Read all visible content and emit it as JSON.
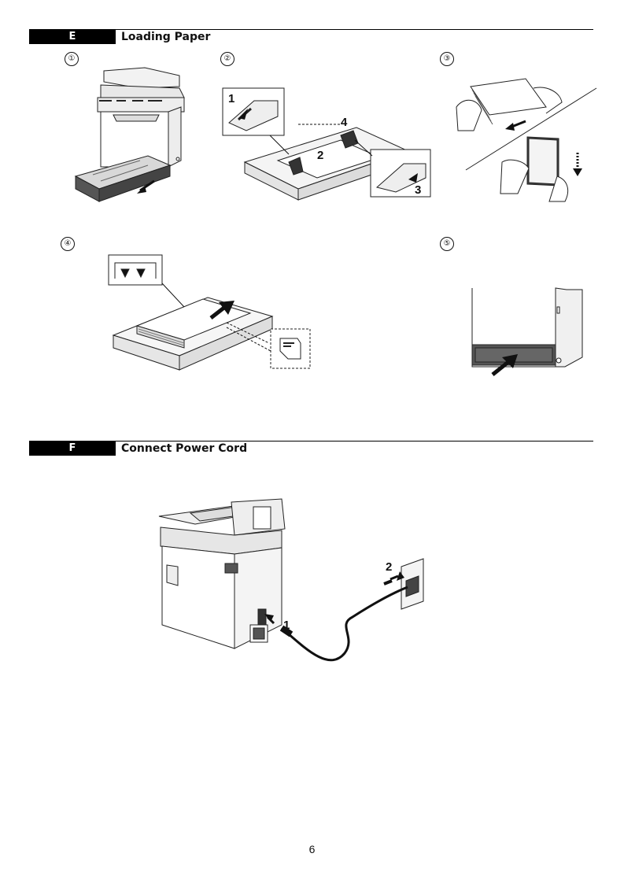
{
  "section_e": {
    "tag": "E",
    "title": "Loading Paper"
  },
  "section_f": {
    "tag": "F",
    "title": "Connect Power Cord"
  },
  "steps": [
    "①",
    "②",
    "③",
    "④",
    "⑤"
  ],
  "callouts_e2": [
    "1",
    "2",
    "3",
    "4"
  ],
  "callouts_f": [
    "1",
    "2"
  ],
  "page_number": "6"
}
